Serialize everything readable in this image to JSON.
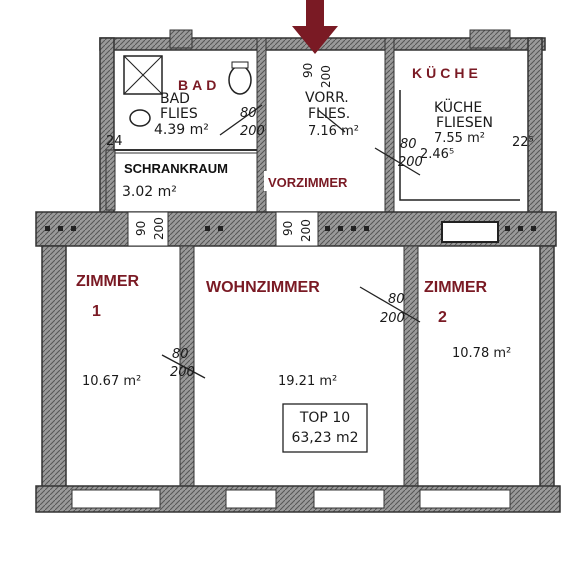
{
  "rooms": {
    "bad": {
      "label": "BAD",
      "note_top": "BAD",
      "note_bottom": "FLIES",
      "area": "4.39 m²",
      "door_width": "80",
      "door_height": "200"
    },
    "kueche": {
      "label": "KÜCHE",
      "note_top": "KÜCHE",
      "note_bottom": "FLIESEN",
      "area": "7.55 m²",
      "height": "2.46⁵",
      "side_dim": "22⁵",
      "door_width": "80",
      "door_height": "200"
    },
    "vorzimmer": {
      "label": "VORZIMMER",
      "note_top": "VORR.",
      "note_bottom": "FLIES.",
      "area": "7.16 m²",
      "door_width": "90",
      "door_height": "200"
    },
    "schrankraum": {
      "label": "SCHRANKRAUM",
      "area": "3.02 m²",
      "door_width": "90",
      "door_height": "200"
    },
    "zimmer1": {
      "label": "ZIMMER",
      "number": "1",
      "area": "10.67 m²",
      "door_width": "80",
      "door_height": "200"
    },
    "wohnzimmer": {
      "label": "WOHNZIMMER",
      "area": "19.21 m²",
      "door_width": "80",
      "door_height": "200"
    },
    "zimmer2": {
      "label": "ZIMMER",
      "number": "2",
      "area": "10.78 m²",
      "door_width": "80",
      "door_height": "200"
    }
  },
  "misc": {
    "dim_24": "24"
  },
  "unit": {
    "name": "TOP 10",
    "total_area": "63,23 m2"
  },
  "colors": {
    "label": "#7a1a24",
    "arrow": "#7a1a24",
    "wall": "#3a3a3a",
    "wall_fill": "#8a8a8a"
  },
  "icons": {
    "entrance": "arrow-down-icon"
  }
}
